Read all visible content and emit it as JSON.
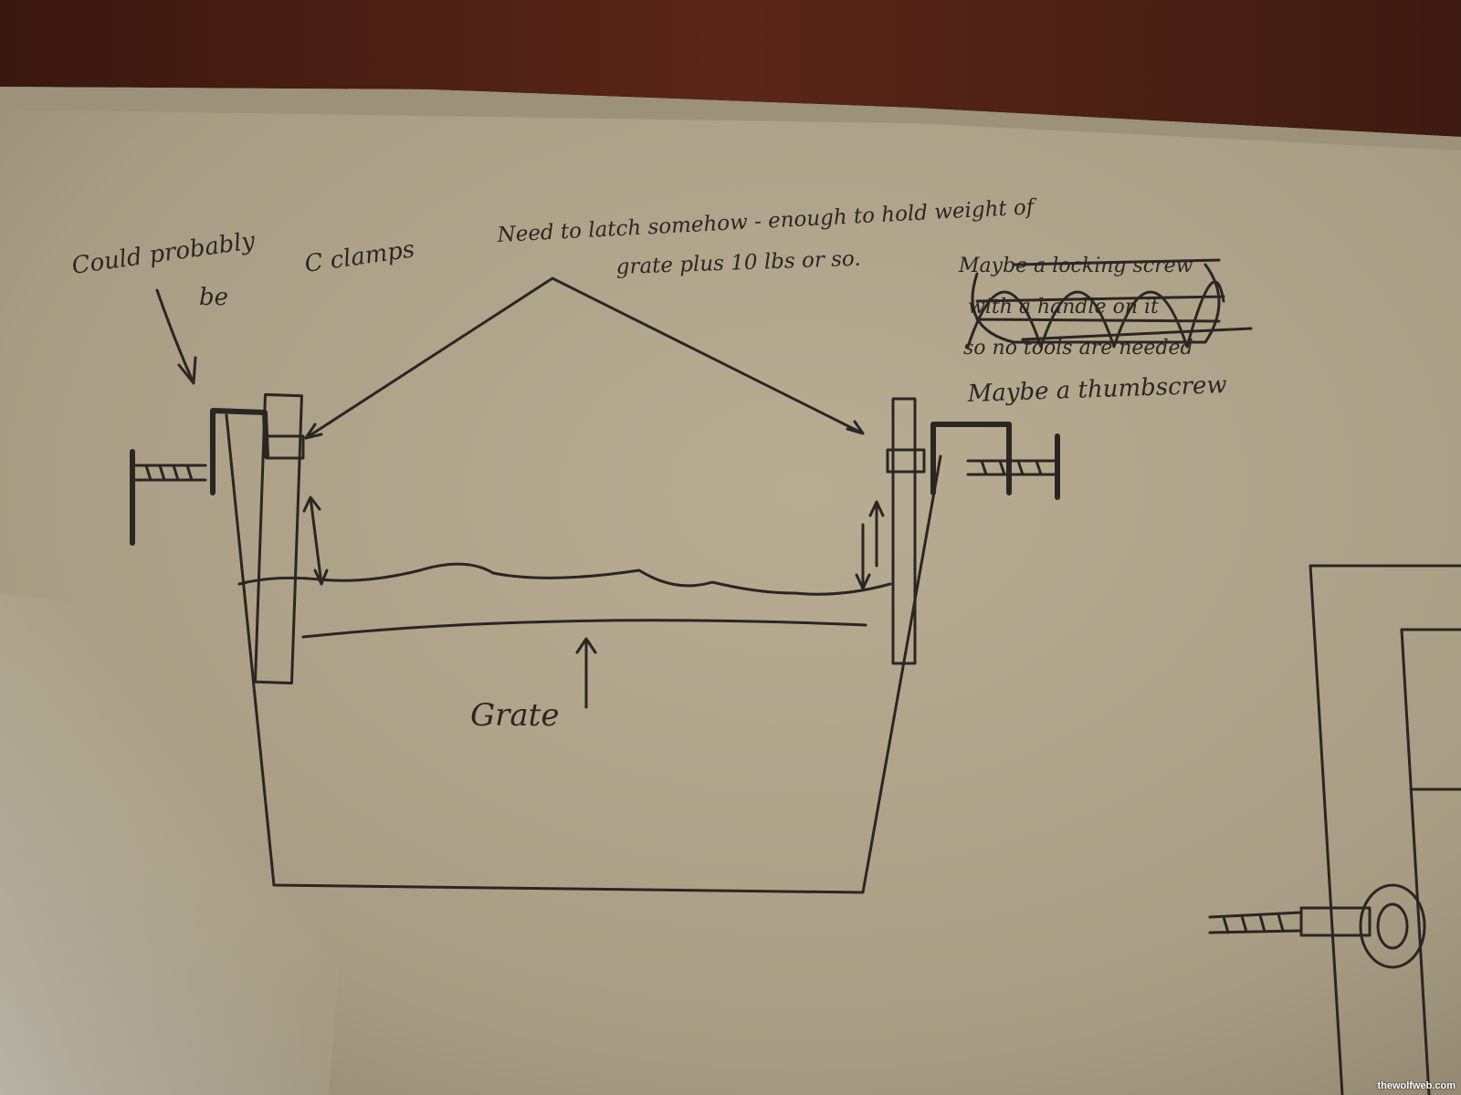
{
  "notes": {
    "clamp_note": [
      "Could probably",
      "be",
      "C clamps"
    ],
    "latch_note": [
      "Need to latch somehow - enough to hold weight of",
      "grate plus 10 lbs or so."
    ],
    "crossed_out": [
      "Maybe a locking screw",
      "with a handle on it",
      "so no tools are needed"
    ],
    "thumbscrew_note": "Maybe a thumbscrew",
    "grate_label": "Grate"
  },
  "watermark": "thewolfweb.com",
  "colors": {
    "paper": "#b2a78e",
    "ink": "#2b2622",
    "table": "#4a1f16"
  }
}
